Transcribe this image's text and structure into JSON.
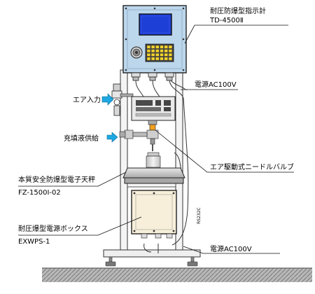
{
  "labels": {
    "indicator_name": "耐圧防爆型指示計",
    "indicator_model": "TD-4500Ⅱ",
    "power_top": "電源AC100V",
    "air_input": "エア入力",
    "filling_supply": "充填液供給",
    "valve": "エア駆動式ニードルバルブ",
    "scale_name": "本質安全防爆型電子天秤",
    "scale_model": "FZ-1500I-02",
    "powerbox_name": "耐圧爆型電源ボックス",
    "powerbox_model": "EXWPS-1",
    "rs232c": "RS232C",
    "power_bottom": "電源AC100V"
  },
  "colors": {
    "enclosure_fill": "#bcd7ec",
    "screen_fill": "#1e3fd6",
    "keypad_fill": "#f2d22a",
    "powerbox_fill": "#f7efd9",
    "arrow_fill": "#1ea7e0",
    "ground_fill": "#9e9e9e"
  }
}
